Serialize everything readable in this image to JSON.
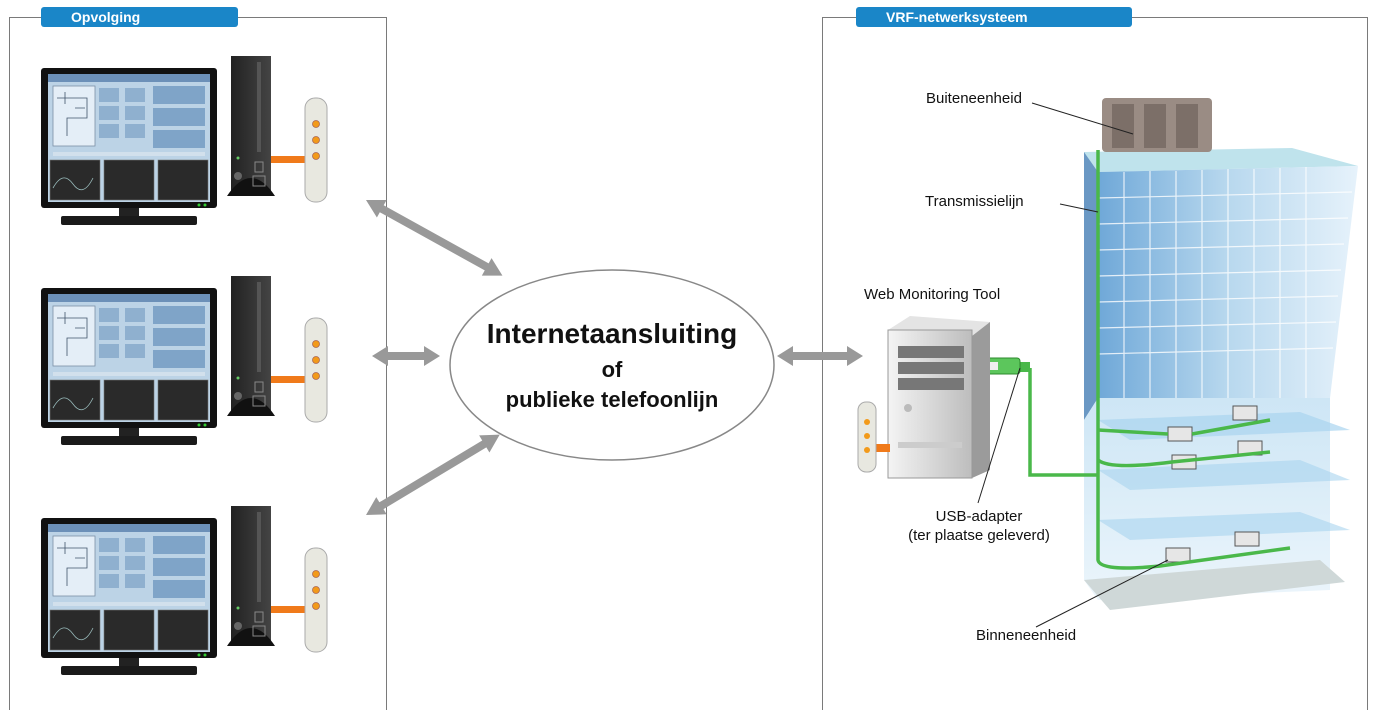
{
  "monitoring_panel": {
    "title": "Opvolging"
  },
  "vrf_panel": {
    "title": "VRF-netwerksysteem"
  },
  "center": {
    "line1": "Internetaansluiting",
    "line2": "of",
    "line3": "publieke telefoonlijn"
  },
  "labels": {
    "outdoor_unit": "Buiteneenheid",
    "transmission_line": "Transmissielijn",
    "web_tool": "Web Monitoring Tool",
    "usb_adapter_1": "USB-adapter",
    "usb_adapter_2": "(ter plaatse geleverd)",
    "indoor_unit": "Binneneenheid"
  },
  "colors": {
    "accent": "#1a86c8",
    "arrow": "#999999",
    "cable": "#4ab84a",
    "modem_cable": "#f07a1a"
  }
}
